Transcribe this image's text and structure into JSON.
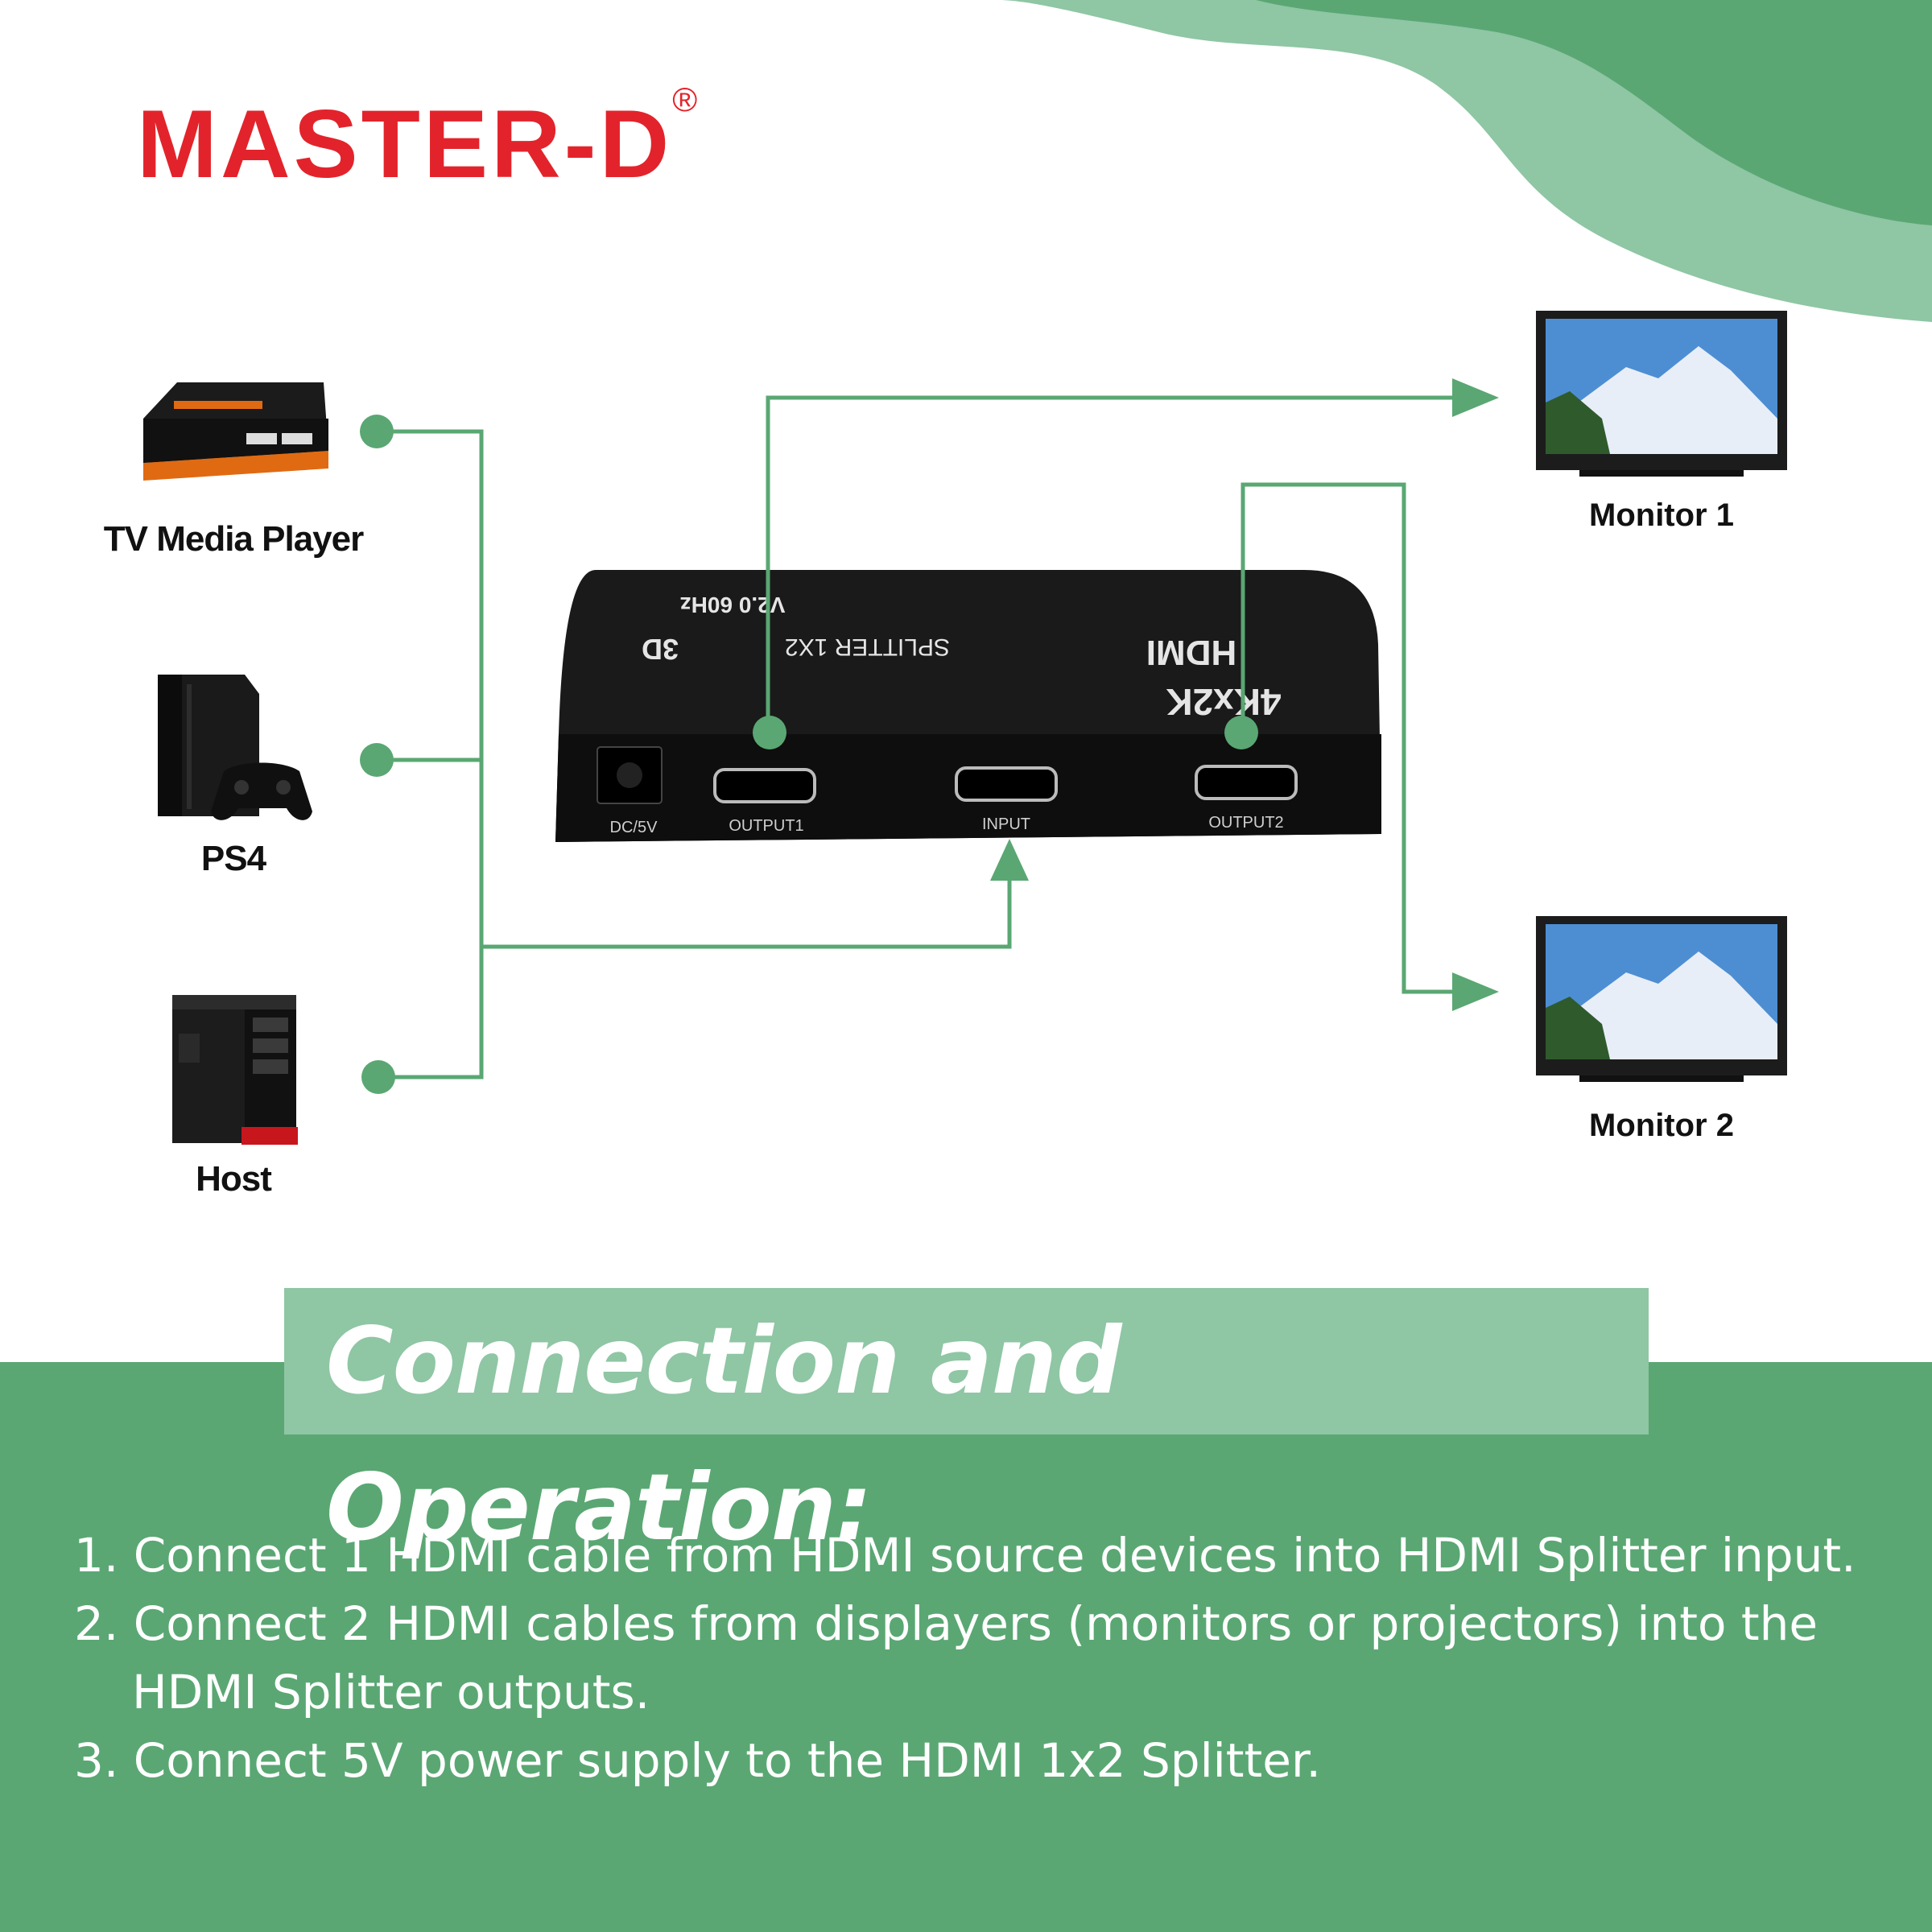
{
  "brand": {
    "name": "MASTER-D",
    "mark": "®"
  },
  "devices": [
    {
      "name": "TV Media Player",
      "icon": "tv-box-icon"
    },
    {
      "name": "PS4",
      "icon": "game-console-icon"
    },
    {
      "name": "Host",
      "icon": "pc-tower-icon"
    }
  ],
  "monitors": [
    {
      "name": "Monitor 1",
      "icon": "monitor-icon"
    },
    {
      "name": "Monitor 2",
      "icon": "monitor-icon"
    }
  ],
  "splitter": {
    "version": "V2.0 60Hz",
    "model": "SPLITTER 1X2",
    "badge_3d": "3D",
    "brand": "HDMI",
    "resolution": "4Kx2K",
    "ports": [
      "DC/5V",
      "OUTPUT1",
      "INPUT",
      "OUTPUT2"
    ]
  },
  "section": {
    "title": "Connection and Operation:",
    "steps": [
      "1. Connect 1 HDMI cable from HDMI source devices into HDMI Splitter input.",
      "2. Connect 2 HDMI cables from displayers (monitors or projectors) into the HDMI Splitter outputs.",
      "3. Connect 5V power supply to the HDMI 1x2 Splitter."
    ]
  },
  "colors": {
    "accent_green": "#5aa773",
    "light_green": "#8fc6a4",
    "brand_red": "#e3232b",
    "device_black": "#1c1c1c"
  }
}
